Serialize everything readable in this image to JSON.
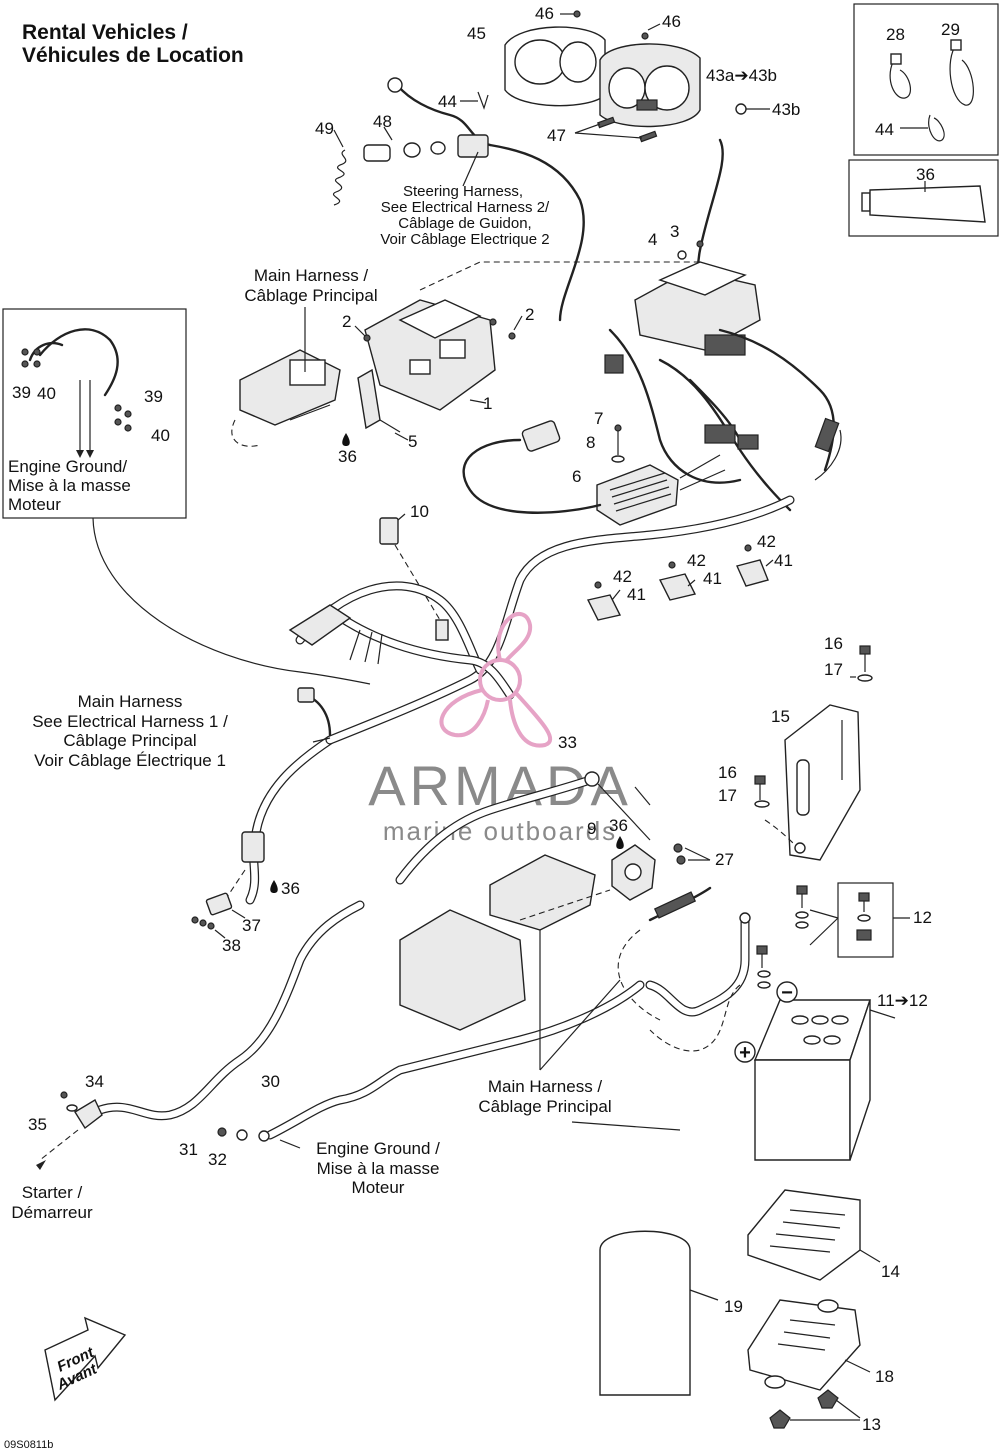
{
  "title": {
    "line1": "Rental Vehicles /",
    "line2": "Véhicules de Location"
  },
  "watermark": {
    "brand": "ARMADA",
    "tagline": "marine outboards",
    "logo_color": "#e6a3c6"
  },
  "callouts": {
    "c46a": "46",
    "c46b": "46",
    "c45": "45",
    "c43": "43a➔43b",
    "c43b": "43b",
    "c44": "44",
    "c47": "47",
    "c48": "48",
    "c49": "49",
    "c28": "28",
    "c29": "29",
    "c44b": "44",
    "c36box": "36",
    "c3": "3",
    "c4": "4",
    "c2a": "2",
    "c2b": "2",
    "c1": "1",
    "c5": "5",
    "c36a": "36",
    "c7": "7",
    "c8": "8",
    "c6": "6",
    "c10": "10",
    "c39a": "39",
    "c40a": "40",
    "c39b": "39",
    "c40b": "40",
    "c42a": "42",
    "c41a": "41",
    "c42b": "42",
    "c41b": "41",
    "c42c": "42",
    "c41c": "41",
    "c16a": "16",
    "c17a": "17",
    "c15": "15",
    "c16b": "16",
    "c17b": "17",
    "c33": "33",
    "c9": "9",
    "c36b": "36",
    "c27": "27",
    "c36c": "36",
    "c37": "37",
    "c38": "38",
    "c12": "12",
    "c11": "11➔12",
    "c34": "34",
    "c35": "35",
    "c30": "30",
    "c31": "31",
    "c32": "32",
    "c14": "14",
    "c19": "19",
    "c18": "18",
    "c13": "13"
  },
  "labels": {
    "steering": [
      "Steering Harness,",
      "See Electrical Harness 2/",
      "Câblage de Guidon,",
      "Voir Câblage Electrique 2"
    ],
    "main_top": [
      "Main Harness /",
      "Câblage Principal"
    ],
    "engine_ground_box": [
      "Engine Ground/",
      "Mise à la masse",
      "Moteur"
    ],
    "main_left": [
      "Main Harness",
      "See Electrical Harness 1 /",
      "Câblage Principal",
      "Voir Câblage Électrique 1"
    ],
    "main_bottom": [
      "Main Harness /",
      "Câblage Principal"
    ],
    "engine_ground_bottom": [
      "Engine Ground /",
      "Mise à la masse",
      "Moteur"
    ],
    "starter": [
      "Starter /",
      "Démarreur"
    ],
    "front": [
      "Front",
      "Avant"
    ]
  },
  "battery_symbols": {
    "plus": "+",
    "minus": "−"
  },
  "drawing_code": "09S0811b"
}
